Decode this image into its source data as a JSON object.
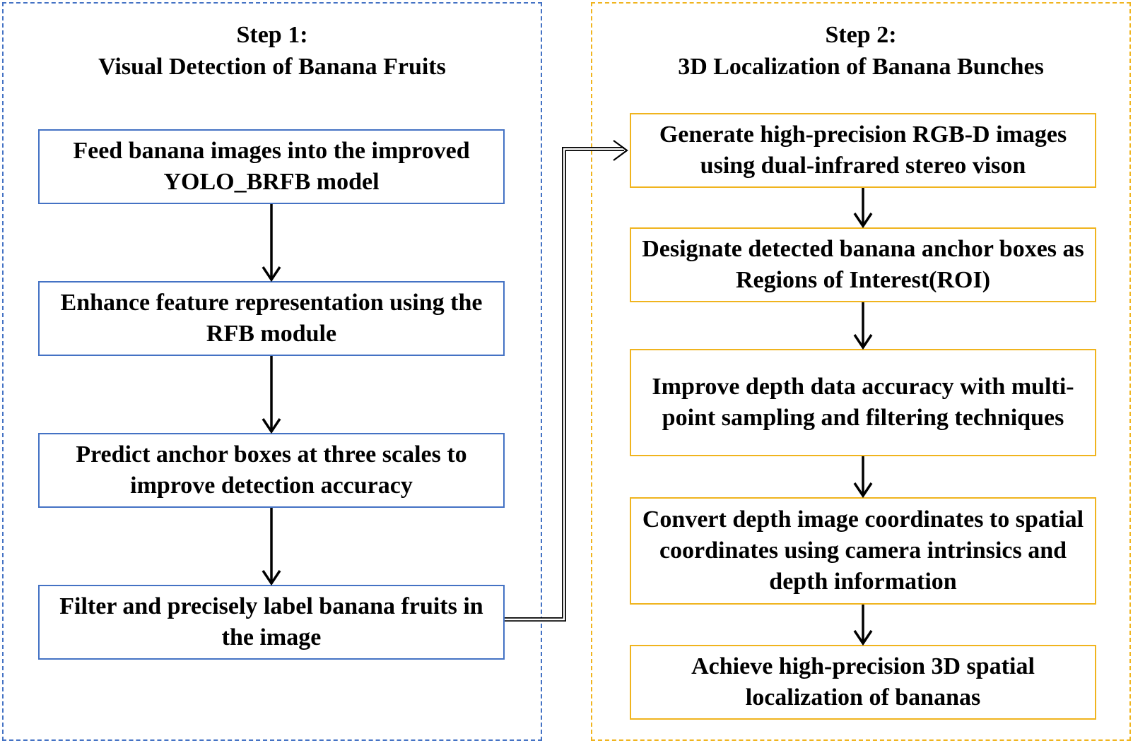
{
  "step1": {
    "title_line1": "Step 1:",
    "title_line2": "Visual Detection of Banana Fruits",
    "color": "#4472C4",
    "boxes": [
      "Feed banana images into the improved YOLO_BRFB model",
      "Enhance feature representation using the RFB module",
      "Predict anchor boxes at three scales to improve detection accuracy",
      "Filter and precisely label banana fruits in the image"
    ]
  },
  "step2": {
    "title_line1": "Step 2:",
    "title_line2": "3D Localization of Banana Bunches",
    "color": "#F0B41E",
    "boxes": [
      "Generate high-precision RGB-D images using dual-infrared stereo vison",
      "Designate detected banana anchor boxes as Regions of Interest(ROI)",
      "Improve depth data accuracy with multi-point sampling and filtering techniques",
      "Convert depth image coordinates to spatial coordinates using camera intrinsics and depth information",
      "Achieve high-precision 3D spatial localization of bananas"
    ]
  }
}
